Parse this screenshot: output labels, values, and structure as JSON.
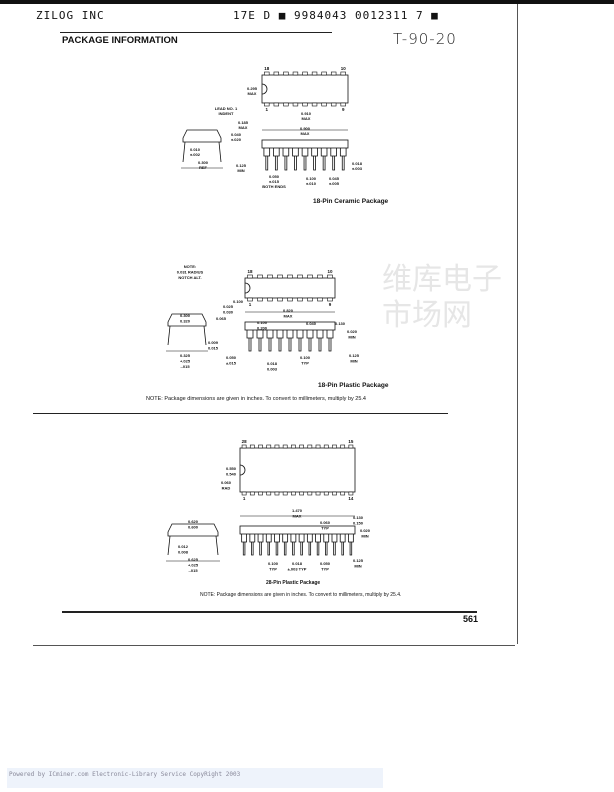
{
  "header": {
    "company": "ZILOG INC",
    "code": "17E D ■ 9984043 0012311 7 ■",
    "section_title": "PACKAGE INFORMATION",
    "handwritten": "T-90-20"
  },
  "ceramic18": {
    "caption": "18-Pin Ceramic Package",
    "pin_top_left": "18",
    "pin_top_right": "10",
    "pin_bot_left": "1",
    "pin_bot_right": "9",
    "labels": [
      "0.295",
      "MAX",
      "LEAD NO. 1",
      "INDENT",
      "0.910",
      "MAX",
      "0.185",
      "MAX",
      "0.900",
      "MAX",
      "0.040",
      "±.020",
      "0.010",
      "±.002",
      "0.300",
      "REF",
      "0.125",
      "MIN",
      "0.050",
      "±.015",
      "BOTH ENDS",
      "0.100",
      "±.010",
      "0.045",
      "±.005",
      "0.018",
      "±.003"
    ]
  },
  "plastic18": {
    "caption": "18-Pin Plastic Package",
    "pin_top_left": "18",
    "pin_top_right": "10",
    "pin_bot_left": "1",
    "pin_bot_right": "9",
    "labels": [
      "NOTE:",
      "0.031 RADIUS",
      "NOTCH ALT.",
      "0.100",
      "0.025",
      "0.030",
      "0.820",
      "MAX",
      "0.065",
      "0.100",
      "0.200",
      "0.040",
      "0.130",
      "0.020",
      "MIN",
      "0.300",
      "0.320",
      "0.009",
      "0.015",
      "0.325",
      "+.025",
      "-.015",
      "0.050",
      "±.015",
      "0.018",
      "0.003",
      "0.100",
      "TYP",
      "0.125",
      "MIN"
    ],
    "note": "NOTE: Package dimensions are given in inches. To convert to millimeters, multiply by 25.4"
  },
  "watermark": "维库电子市场网",
  "plastic28": {
    "caption": "28-Pin Plastic Package",
    "pin_top_left": "28",
    "pin_top_right": "15",
    "pin_bot_left": "1",
    "pin_bot_right": "14",
    "labels": [
      "0.550",
      "0.540",
      "0.060",
      "RAD",
      "1.470",
      "MAX",
      "0.060",
      "TYP",
      "0.130",
      "0.150",
      "0.020",
      "MIN",
      "0.620",
      "0.600",
      "0.012",
      "0.008",
      "0.625",
      "+.025",
      "-.015",
      "0.100",
      "TYP",
      "0.018",
      "±.003 TYP",
      "0.050",
      "TYP",
      "0.125",
      "MIN"
    ],
    "note": "NOTE: Package dimensions are given in inches. To convert to millimeters, multiply by 25.4."
  },
  "page_number": "561",
  "footer": "Powered by ICminer.com Electronic-Library Service CopyRight 2003"
}
